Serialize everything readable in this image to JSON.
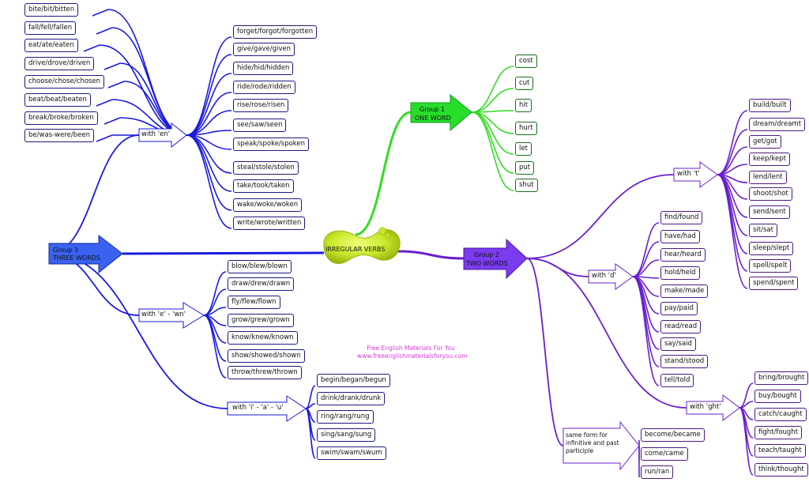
{
  "center": {
    "title": "IRREGULAR VERBS"
  },
  "groups": {
    "g1": {
      "title": "Group 1",
      "subtitle": "ONE WORD",
      "color": "#33dd22",
      "verbs": [
        "cost",
        "cut",
        "hit",
        "hurt",
        "let",
        "put",
        "shut"
      ]
    },
    "g2": {
      "title": "Group 2",
      "subtitle": "TWO WORDS",
      "color": "#6a1fcf",
      "t": {
        "label": "with 't'",
        "verbs": [
          "build/built",
          "dream/dreamt",
          "get/got",
          "keep/kept",
          "lend/lent",
          "shoot/shot",
          "send/sent",
          "sit/sat",
          "sleep/slept",
          "spell/spelt",
          "spend/spent"
        ]
      },
      "d": {
        "label": "with 'd'",
        "verbs": [
          "find/found",
          "have/had",
          "hear/heard",
          "hold/held",
          "make/made",
          "pay/paid",
          "read/read",
          "say/said",
          "stand/stood",
          "tell/told"
        ]
      },
      "ght": {
        "label": "with 'ght'",
        "verbs": [
          "bring/brought",
          "buy/bought",
          "catch/caught",
          "fight/fought",
          "teach/taught",
          "think/thought"
        ]
      },
      "same": {
        "label": "same form for infinitive and past participle",
        "verbs": [
          "become/became",
          "come/came",
          "run/ran"
        ]
      }
    },
    "g3": {
      "title": "Group 3",
      "subtitle": "THREE WORDS",
      "color": "#1a1adf",
      "en": {
        "label": "with 'en'",
        "left": [
          "bite/bit/bitten",
          "fall/fell/fallen",
          "eat/ate/eaten",
          "drive/drove/driven",
          "choose/chose/chosen",
          "beat/beat/beaten",
          "break/broke/broken",
          "be/was-were/been"
        ],
        "right": [
          "forget/forgot/forgotten",
          "give/gave/given",
          "hide/hid/hidden",
          "ride/rode/ridden",
          "rise/rose/risen",
          "see/saw/seen",
          "speak/spoke/spoken",
          "steal/stole/stolen",
          "take/took/taken",
          "wake/woke/woken",
          "write/wrote/written"
        ]
      },
      "ewn": {
        "label": "with 'e' - 'wn'",
        "verbs": [
          "blow/blew/blown",
          "draw/drew/drawn",
          "fly/flew/flown",
          "grow/grew/grown",
          "know/knew/known",
          "show/showed/shown",
          "throw/threw/thrown"
        ]
      },
      "iau": {
        "label": "with 'i' - 'a' - 'u'",
        "verbs": [
          "begin/began/begun",
          "drink/drank/drunk",
          "ring/rang/rung",
          "sing/sang/sung",
          "swim/swam/swum"
        ]
      }
    }
  },
  "watermark": {
    "line1": "Free English Materials For You",
    "line2": "www.freeenglishmaterialsforyou.com"
  }
}
